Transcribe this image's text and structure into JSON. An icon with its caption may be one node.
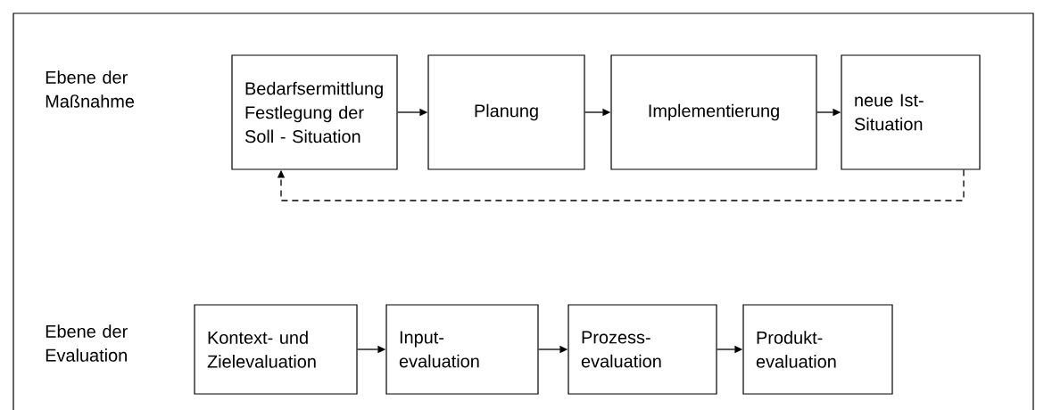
{
  "diagram": {
    "nodes": [
      {
        "text": [
          "Bedarfsermittlung Festlegung der Soll - Situation"
        ]
      },
      {
        "text": [
          "Planung"
        ]
      },
      {
        "text": [
          "Implementierung"
        ]
      },
      {
        "text": [
          "neue Ist- Situation"
        ]
      },
      {
        "text": [
          "Kontext- und Zielevaluation"
        ]
      },
      {
        "text": [
          "Input- evaluation"
        ]
      },
      {
        "text": [
          "Prozess- evaluation"
        ]
      },
      {
        "text": [
          "Produkt- evaluation"
        ]
      }
    ],
    "edges": [
      {
        "from": 0,
        "to": 1,
        "arrow": "to"
      },
      {
        "from": 1,
        "to": 2,
        "arrow": "to"
      },
      {
        "from": 2,
        "to": 3,
        "arrow": "to"
      },
      {
        "from": 3,
        "to": 0,
        "arrow": "to",
        "style": "dashed"
      },
      {
        "from": 4,
        "to": 5,
        "arrow": "to"
      },
      {
        "from": 5,
        "to": 6,
        "arrow": "to"
      },
      {
        "from": 6,
        "to": 7,
        "arrow": "to"
      }
    ],
    "labels": [
      "Ebene der Maßnahme",
      "Ebene der Evaluation"
    ]
  }
}
